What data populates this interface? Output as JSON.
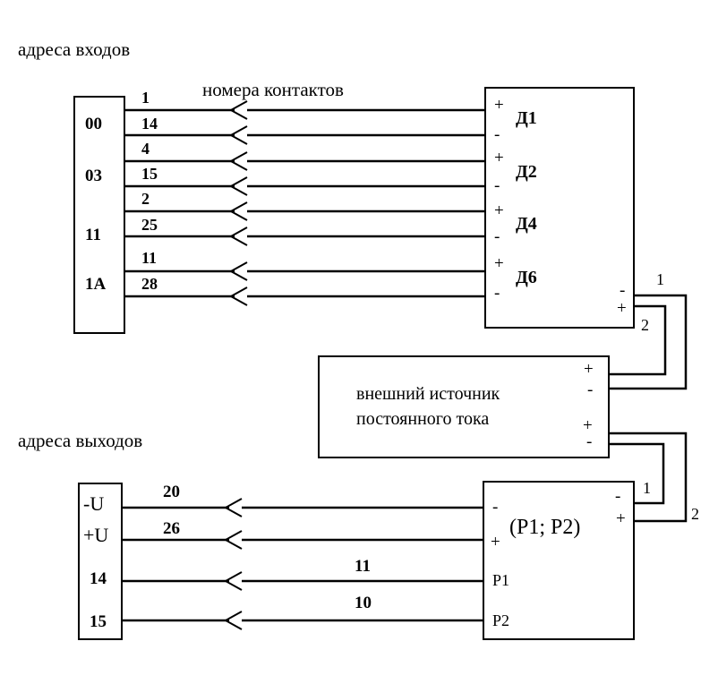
{
  "labels": {
    "input_addresses": "адреса входов",
    "contact_numbers": "номера контактов",
    "output_addresses": "адреса выходов",
    "power_source_line1": "внешний источник",
    "power_source_line2": "постоянного тока",
    "relay_block": "(P1; P2)"
  },
  "input_block": {
    "addresses": [
      "00",
      "03",
      "11",
      "1A"
    ],
    "contacts": [
      "1",
      "14",
      "4",
      "15",
      "2",
      "25",
      "11",
      "28"
    ]
  },
  "sensors": [
    {
      "name": "Д1",
      "plus": "+",
      "minus": "-"
    },
    {
      "name": "Д2",
      "plus": "+",
      "minus": "-"
    },
    {
      "name": "Д4",
      "plus": "+",
      "minus": "-"
    },
    {
      "name": "Д6",
      "plus": "+",
      "minus": "-"
    }
  ],
  "sensor_block_terminals": {
    "minus": "-",
    "plus": "+"
  },
  "power_source": {
    "plus_top": "+",
    "minus_top": "-",
    "plus_bottom": "+",
    "minus_bottom": "-"
  },
  "wire_numbers": {
    "top_1": "1",
    "top_2": "2",
    "bottom_1": "1",
    "bottom_2": "2"
  },
  "output_block": {
    "addresses": [
      "-U",
      "+U",
      "14",
      "15"
    ],
    "contacts": [
      "20",
      "26",
      "11",
      "10"
    ]
  },
  "relay_terminals": {
    "minus_left": "-",
    "plus_left": "+",
    "p1": "P1",
    "p2": "P2",
    "minus_right": "-",
    "plus_right": "+"
  }
}
